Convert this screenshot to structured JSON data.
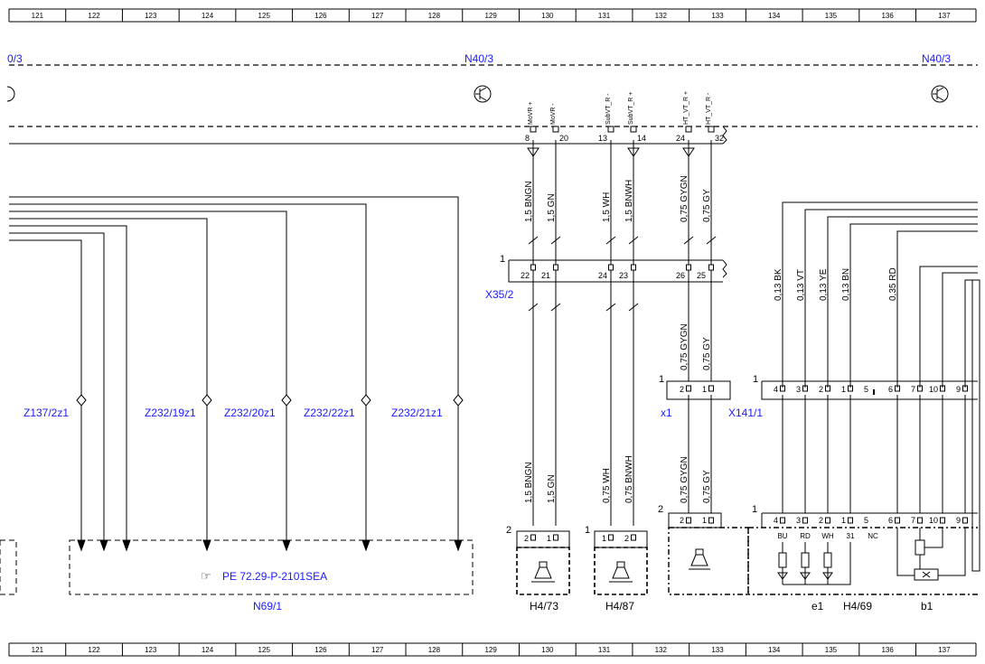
{
  "ruler": {
    "columns": [
      "121",
      "122",
      "123",
      "124",
      "125",
      "126",
      "127",
      "128",
      "129",
      "130",
      "131",
      "132",
      "133",
      "134",
      "135",
      "136",
      "137"
    ]
  },
  "module_n40": {
    "label_left": "0/3",
    "label_center": "N40/3",
    "label_right": "N40/3",
    "pins": [
      {
        "name": "MoVR +",
        "num": "8"
      },
      {
        "name": "MoVR -",
        "num": "20"
      },
      {
        "name": "SubVT_R -",
        "num": "13"
      },
      {
        "name": "SubVT_R +",
        "num": "14"
      },
      {
        "name": "HT_VT_R +",
        "num": "24"
      },
      {
        "name": "HT_VT_R -",
        "num": "32"
      }
    ]
  },
  "wires_upper": [
    "1,5 BNGN",
    "1,5 GN",
    "1,5 WH",
    "1,5 BNWH",
    "0,75 GYGN",
    "0,75 GY"
  ],
  "connector_x35": {
    "label": "X35/2",
    "mark": "1",
    "pins": [
      "22",
      "21",
      "24",
      "23",
      "26",
      "25"
    ]
  },
  "wires_mid": [
    "0,75 GYGN",
    "0,75 GY"
  ],
  "connector_x1": {
    "label": "x1",
    "mark": "1",
    "pins": [
      "2",
      "1"
    ]
  },
  "connector_x141": {
    "label": "X141/1",
    "mark": "1",
    "pins": [
      "4",
      "3",
      "2",
      "1",
      "5",
      "6",
      "7",
      "10",
      "9"
    ]
  },
  "wires_right": [
    "0,13 BK",
    "0,13 VT",
    "0,13 YE",
    "0,13 BN",
    "0,35 RD"
  ],
  "wires_lower": [
    "1,5 BNGN",
    "1,5 GN",
    "0,75 WH",
    "0,75 BNWH",
    "0,75 GYGN",
    "0,75 GY"
  ],
  "ground_points": [
    "Z137/2z1",
    "Z232/19z1",
    "Z232/20z1",
    "Z232/22z1",
    "Z232/21z1"
  ],
  "unit_n69": {
    "label": "N69/1",
    "ref": "PE 72.29-P-2101SEA"
  },
  "speaker_h473": {
    "label": "H4/73",
    "mark": "2",
    "pins": [
      "2",
      "1"
    ]
  },
  "speaker_h487": {
    "label": "H4/87",
    "mark": "1",
    "pins": [
      "1",
      "2"
    ]
  },
  "unit_h469": {
    "label": "H4/69",
    "mark_left": "2",
    "mark_right": "1",
    "pins_left": [
      "2",
      "1"
    ],
    "pins_right": [
      "4",
      "3",
      "2",
      "1",
      "5",
      "6",
      "7",
      "10",
      "9"
    ],
    "led_labels": [
      "BU",
      "RD",
      "WH",
      "31",
      "NC"
    ],
    "sub_e1": "e1",
    "sub_b1": "b1"
  }
}
